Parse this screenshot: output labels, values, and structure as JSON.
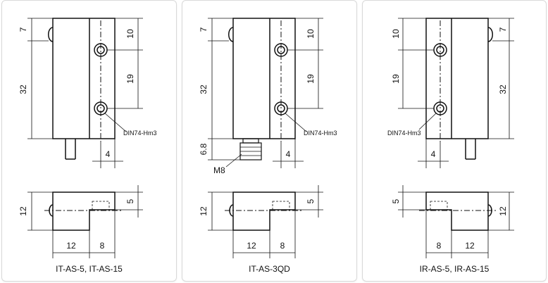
{
  "panels": [
    {
      "caption": "IT-AS-5, IT-AS-15",
      "top_view": {
        "dim_a": "7",
        "dim_b": "32",
        "dim_c": "10",
        "dim_d": "19",
        "hole_note": "DIN74-Hm3",
        "dim_e": "4"
      },
      "side_view": {
        "dim_a": "12",
        "dim_b": "5",
        "dim_c": "12",
        "dim_d": "8"
      }
    },
    {
      "caption": "IT-AS-3QD",
      "top_view": {
        "dim_a": "7",
        "dim_b": "32",
        "dim_c": "10",
        "dim_d": "19",
        "hole_note": "DIN74-Hm3",
        "dim_e": "4",
        "dim_f": "6.8",
        "thread": "M8"
      },
      "side_view": {
        "dim_a": "12",
        "dim_b": "5",
        "dim_c": "12",
        "dim_d": "8"
      }
    },
    {
      "caption": "IR-AS-5, IR-AS-15",
      "top_view": {
        "dim_a": "10",
        "dim_b": "19",
        "dim_c": "7",
        "dim_d": "32",
        "hole_note": "DIN74-Hm3",
        "dim_e": "4"
      },
      "side_view": {
        "dim_a": "5",
        "dim_b": "12",
        "dim_c": "8",
        "dim_d": "12"
      }
    }
  ]
}
